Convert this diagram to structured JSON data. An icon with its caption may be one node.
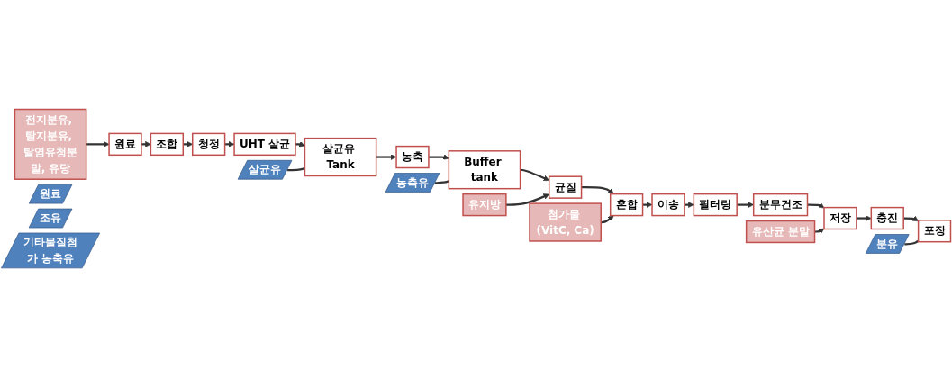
{
  "diagram": {
    "nodes": [
      {
        "text": [
          "원료"
        ]
      },
      {
        "text": [
          "전지분유, 탈지분유, 탈염유청분말, 유당"
        ]
      },
      {
        "text": [
          "원료"
        ]
      },
      {
        "text": [
          "조합"
        ]
      },
      {
        "text": [
          "청정"
        ]
      },
      {
        "text": [
          "조유"
        ]
      },
      {
        "text": [
          "UHT 살균"
        ]
      },
      {
        "text": [
          "살균유 Tank"
        ]
      },
      {
        "text": [
          "살균유"
        ]
      },
      {
        "text": [
          "농축"
        ]
      },
      {
        "text": [
          "Buffer tank"
        ]
      },
      {
        "text": [
          "농축유"
        ]
      },
      {
        "text": [
          "유지방"
        ]
      },
      {
        "text": [
          "균질"
        ]
      },
      {
        "text": [
          "첨가물 (VitC, Ca)"
        ]
      },
      {
        "text": [
          "혼합"
        ]
      },
      {
        "text": [
          "기타물질첨가 농축유"
        ]
      },
      {
        "text": [
          "이송"
        ]
      },
      {
        "text": [
          "필터링"
        ]
      },
      {
        "text": [
          "분무건조"
        ]
      },
      {
        "text": [
          "유산균 분말"
        ]
      },
      {
        "text": [
          "저장"
        ]
      },
      {
        "text": [
          "충진"
        ]
      },
      {
        "text": [
          "포장"
        ]
      },
      {
        "text": [
          "분유"
        ]
      }
    ],
    "edges": [
      {
        "from": 1,
        "to": 0,
        "arrow": "to"
      },
      {
        "from": 0,
        "to": 3,
        "arrow": "to"
      },
      {
        "from": 3,
        "to": 4,
        "arrow": "to"
      },
      {
        "from": 4,
        "to": 6,
        "arrow": "to"
      },
      {
        "from": 6,
        "to": 7,
        "arrow": "to"
      },
      {
        "from": 7,
        "to": 9,
        "arrow": "to"
      },
      {
        "from": 9,
        "to": 10,
        "arrow": "to"
      },
      {
        "from": 10,
        "to": 13,
        "arrow": "to"
      },
      {
        "from": 12,
        "to": 13,
        "arrow": "to"
      },
      {
        "from": 13,
        "to": 15,
        "arrow": "to"
      },
      {
        "from": 14,
        "to": 15,
        "arrow": "to"
      },
      {
        "from": 15,
        "to": 17,
        "arrow": "to"
      },
      {
        "from": 17,
        "to": 18,
        "arrow": "to"
      },
      {
        "from": 18,
        "to": 19,
        "arrow": "to"
      },
      {
        "from": 19,
        "to": 21,
        "arrow": "to"
      },
      {
        "from": 20,
        "to": 21,
        "arrow": "to"
      },
      {
        "from": 21,
        "to": 22,
        "arrow": "to"
      },
      {
        "from": 22,
        "to": 23,
        "arrow": "to"
      },
      {
        "from": 8,
        "to": 7,
        "arrow": "none"
      },
      {
        "from": 11,
        "to": 10,
        "arrow": "none"
      },
      {
        "from": 24,
        "to": 23,
        "arrow": "none"
      }
    ]
  }
}
